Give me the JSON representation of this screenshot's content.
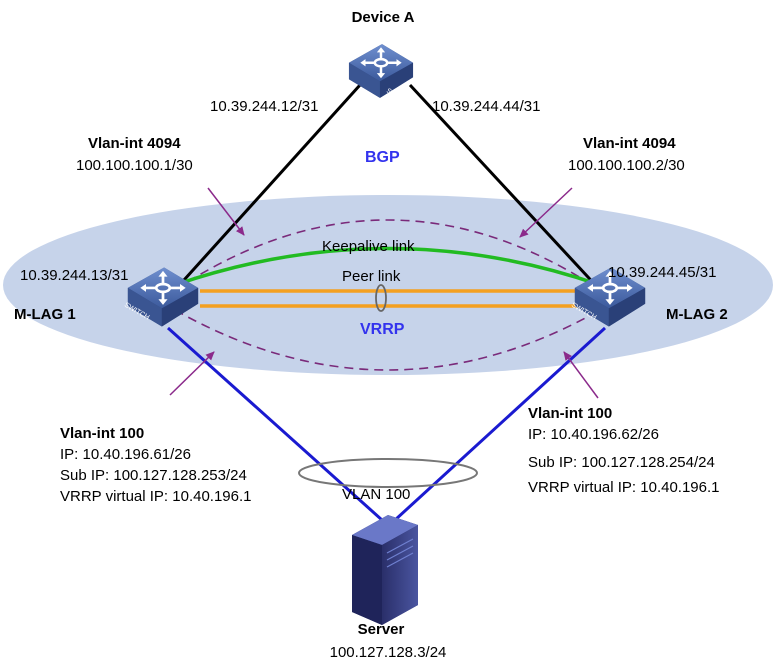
{
  "devices": {
    "device_a": {
      "name": "Device A"
    },
    "mlag1": {
      "name": "M-LAG 1"
    },
    "mlag2": {
      "name": "M-LAG 2"
    },
    "server": {
      "name": "Server",
      "ip": "100.127.128.3/24"
    }
  },
  "switch_icon_text": "SWITCH",
  "links": {
    "a_to_mlag1_ip": "10.39.244.12/31",
    "a_to_mlag2_ip": "10.39.244.44/31",
    "mlag1_uplink_ip": "10.39.244.13/31",
    "mlag2_uplink_ip": "10.39.244.45/31",
    "keepalive": "Keepalive link",
    "peer": "Peer link",
    "vlan100": "VLAN 100"
  },
  "protocols": {
    "bgp": "BGP",
    "vrrp": "VRRP"
  },
  "vlanint4094_left": {
    "title": "Vlan-int 4094",
    "ip": "100.100.100.1/30"
  },
  "vlanint4094_right": {
    "title": "Vlan-int 4094",
    "ip": "100.100.100.2/30"
  },
  "vlanint100_left": {
    "title": "Vlan-int 100",
    "ip": "IP: 10.40.196.61/26",
    "sub_ip": "Sub IP: 100.127.128.253/24",
    "vrrp_ip": "VRRP virtual IP: 10.40.196.1"
  },
  "vlanint100_right": {
    "title": "Vlan-int 100",
    "ip": "IP: 10.40.196.62/26",
    "sub_ip": "Sub IP: 100.127.128.254/24",
    "vrrp_ip": "VRRP virtual IP: 10.40.196.1"
  },
  "colors": {
    "ellipse_fill": "#c6d3ea",
    "keepalive": "#22bb22",
    "peer": "#f4a020",
    "access": "#1a1ad0",
    "dashed": "#7a2a7a",
    "arrow": "#8b2a8b",
    "label_blue": "#3333ee",
    "switch": "#4a68a8"
  }
}
